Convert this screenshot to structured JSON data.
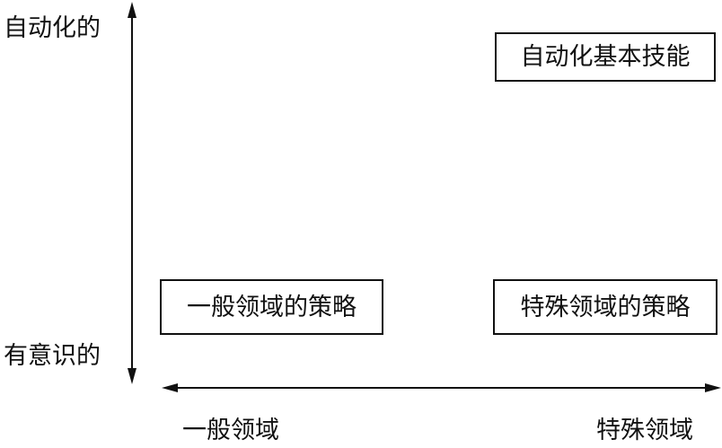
{
  "vertical_axis": {
    "top_label": "自动化的",
    "bottom_label": "有意识的"
  },
  "horizontal_axis": {
    "left_label": "一般领域",
    "right_label": "特殊领域"
  },
  "boxes": {
    "automated_skills": "自动化基本技能",
    "general_strategies": "一般领域的策略",
    "specific_strategies": "特殊领域的策略"
  }
}
